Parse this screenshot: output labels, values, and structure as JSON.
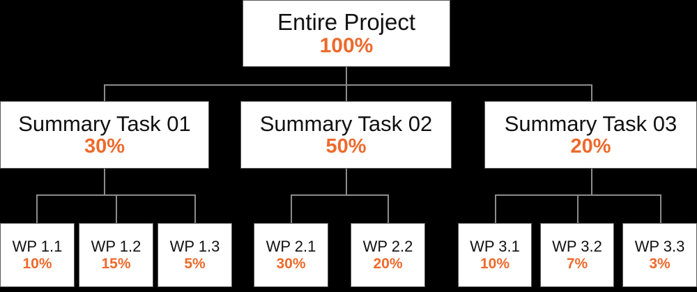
{
  "diagram": {
    "type": "work-breakdown-structure",
    "accent_color": "#ED6A2C",
    "text_color": "#111111",
    "box_fill": "#FFFFFF",
    "background": "#000000",
    "connector_color": "#8C8C8C",
    "root": {
      "label": "Entire Project",
      "percent": "100%"
    },
    "level2": [
      {
        "label": "Summary Task 01",
        "percent": "30%"
      },
      {
        "label": "Summary Task 02",
        "percent": "50%"
      },
      {
        "label": "Summary Task 03",
        "percent": "20%"
      }
    ],
    "level3": [
      {
        "label": "WP 1.1",
        "percent": "10%"
      },
      {
        "label": "WP 1.2",
        "percent": "15%"
      },
      {
        "label": "WP 1.3",
        "percent": "5%"
      },
      {
        "label": "WP 2.1",
        "percent": "30%"
      },
      {
        "label": "WP 2.2",
        "percent": "20%"
      },
      {
        "label": "WP 3.1",
        "percent": "10%"
      },
      {
        "label": "WP 3.2",
        "percent": "7%"
      },
      {
        "label": "WP 3.3",
        "percent": "3%"
      }
    ]
  }
}
